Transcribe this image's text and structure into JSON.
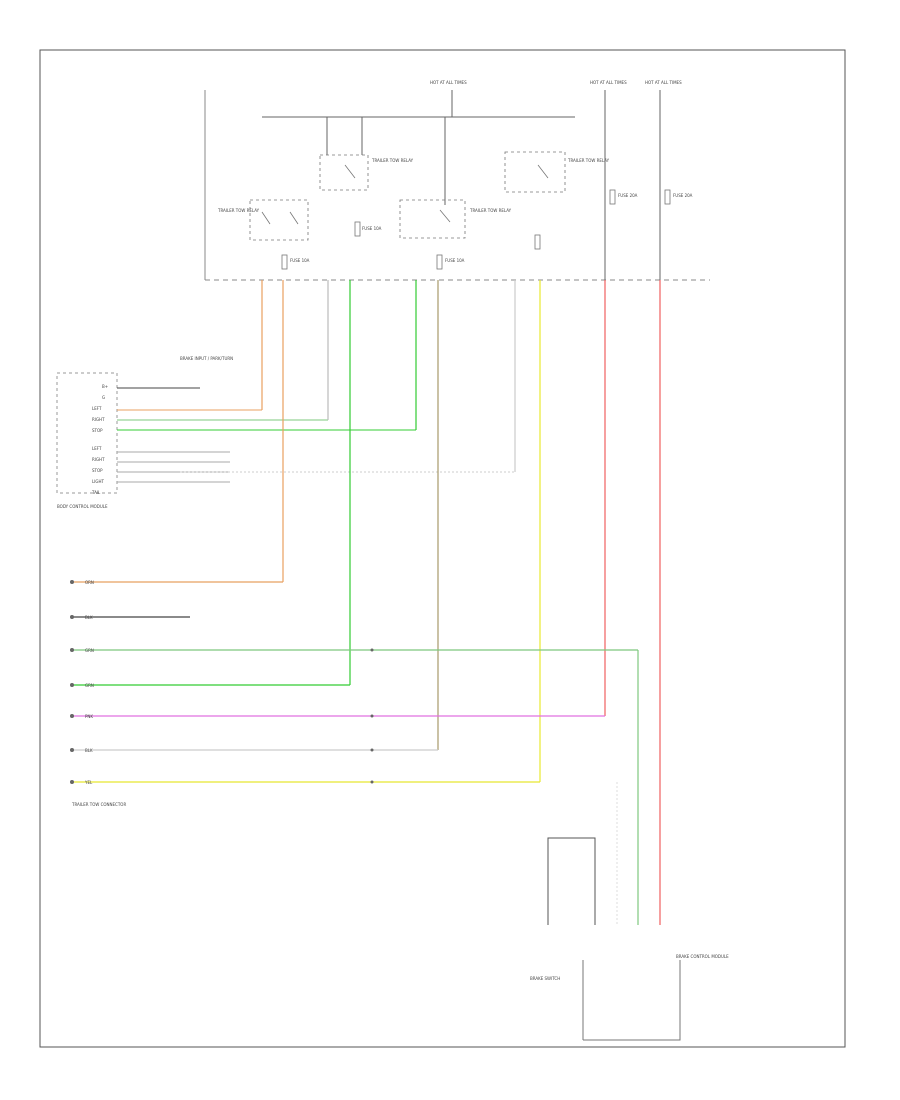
{
  "diagram": {
    "corner_label": "",
    "fuse_box_labels": [
      "HOT AT ALL TIMES",
      "HOT AT ALL TIMES",
      "HOT AT ALL TIMES"
    ],
    "fuse_box_note": "",
    "relay_labels": [
      "TRAILER TOW RELAY",
      "TRAILER TOW RELAY",
      "TRAILER TOW RELAY",
      "TRAILER TOW RELAY"
    ],
    "fuse_labels": [
      "FUSE 10A",
      "FUSE 10A",
      "FUSE 10A",
      "FUSE 20A",
      "FUSE 20A"
    ],
    "bcm_title": "BRAKE INPUT / PARK/TURN",
    "bcm_pins": [
      "B+",
      "G",
      "LEFT",
      "RIGHT",
      "STOP",
      "LEFT",
      "RIGHT",
      "STOP",
      "LIGHT",
      "TAIL"
    ],
    "bcm_caption": "BODY CONTROL MODULE",
    "connector_note": "",
    "connector_caption": "TRAILER TOW CONNECTOR",
    "ground_note": "",
    "brake_module_label": "BRAKE CONTROL MODULE",
    "brake_switch_label": "BRAKE SWITCH",
    "wire_labels": [
      "ORN",
      "BLK",
      "GRN",
      "GRN",
      "PNK",
      "BLK",
      "YEL"
    ]
  }
}
